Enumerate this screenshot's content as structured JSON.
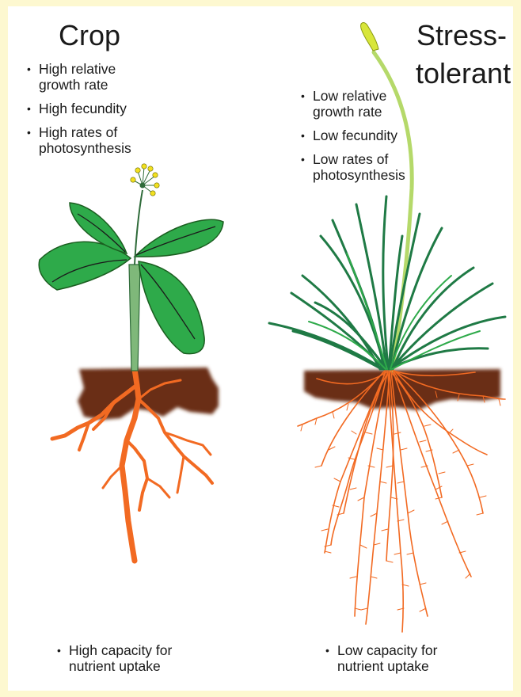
{
  "crop": {
    "title": "Crop",
    "traits": [
      [
        "High relative",
        "growth rate"
      ],
      [
        "High fecundity"
      ],
      [
        "High rates of",
        "photosynthesis"
      ]
    ],
    "uptake": [
      "High capacity for",
      "nutrient uptake"
    ]
  },
  "stress": {
    "title_line1": "Stress-",
    "title_line2": "tolerant",
    "traits": [
      [
        "Low relative",
        "growth rate"
      ],
      [
        "Low fecundity"
      ],
      [
        "Low rates of",
        "photosynthesis"
      ]
    ],
    "uptake": [
      "Low capacity for",
      "nutrient uptake"
    ]
  },
  "colors": {
    "background": "#fdf8d0",
    "panel": "#ffffff",
    "leaf": "#2eaa4a",
    "stem": "#7fb87a",
    "soil": "#6b2e12",
    "root": "#f26a22",
    "grass": "#1f7a45",
    "flower_stalk": "#b5d96a",
    "flower_head": "#d8e63a",
    "flower_petal": "#f2e020"
  }
}
